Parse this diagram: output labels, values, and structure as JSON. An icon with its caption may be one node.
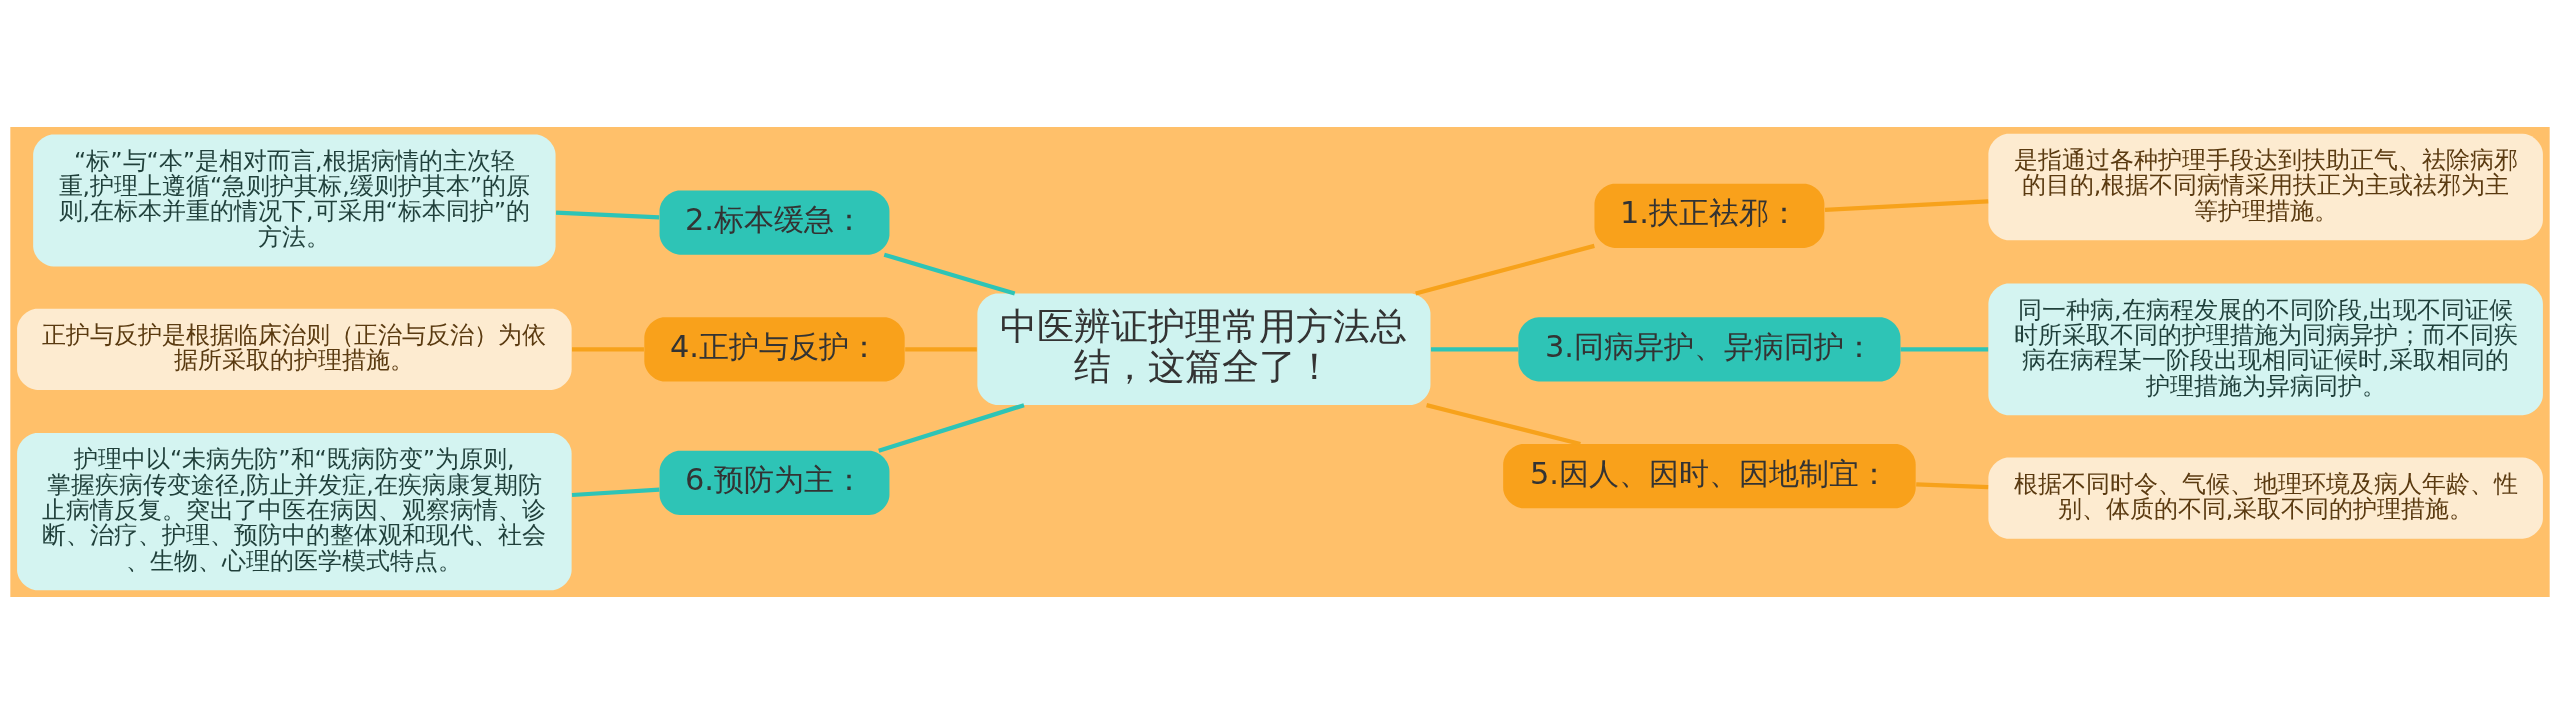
{
  "diagram": {
    "nodes": [
      {
        "text": [
          "中医辨证护理常用方法总结，这篇全了！"
        ]
      },
      {
        "text": [
          "1.扶正祛邪："
        ]
      },
      {
        "text": [
          "是指通过各种护理手段达到扶助正气、祛除病邪的目的,根据不同病情采用扶正为主或祛邪为主等护理措施。"
        ]
      },
      {
        "text": [
          "3.同病异护、异病同护："
        ]
      },
      {
        "text": [
          "同一种病,在病程发展的不同阶段,出现不同证候时所采取不同的护理措施为同病异护；而不同疾病在病程某一阶段出现相同证候时,采取相同的护理措施为异病同护。"
        ]
      },
      {
        "text": [
          "5.因人、因时、因地制宜："
        ]
      },
      {
        "text": [
          "根据不同时令、气候、地理环境及病人年龄、性别、体质的不同,采取不同的护理措施。"
        ]
      },
      {
        "text": [
          "2.标本缓急："
        ]
      },
      {
        "text": [
          "“标”与“本”是相对而言,根据病情的主次轻重,护理上遵循“急则护其标,缓则护其本”的原则,在标本并重的情况下,可采用“标本同护”的方法。"
        ]
      },
      {
        "text": [
          "4.正护与反护："
        ]
      },
      {
        "text": [
          "正护与反护是根据临床治则（正治与反治）为依据所采取的护理措施。"
        ]
      },
      {
        "text": [
          "6.预防为主："
        ]
      },
      {
        "text": [
          "护理中以“未病先防”和“既病防变”为原则,掌握疾病传变途径,防止并发症,在疾病康复期防止病情反复。突出了中医在病因、观察病情、诊断、治疗、护理、预防中的整体观和现代、社会、生物、心理的医学模式特点。"
        ]
      }
    ],
    "edges": [
      {
        "from": 0,
        "to": 1,
        "arrow": "none",
        "color": "#f7a21b"
      },
      {
        "from": 1,
        "to": 2,
        "arrow": "none",
        "color": "#f7a21b"
      },
      {
        "from": 0,
        "to": 3,
        "arrow": "none",
        "color": "#2ec4b6"
      },
      {
        "from": 3,
        "to": 4,
        "arrow": "none",
        "color": "#2ec4b6"
      },
      {
        "from": 0,
        "to": 5,
        "arrow": "none",
        "color": "#f7a21b"
      },
      {
        "from": 5,
        "to": 6,
        "arrow": "none",
        "color": "#f7a21b"
      },
      {
        "from": 0,
        "to": 7,
        "arrow": "none",
        "color": "#2ec4b6"
      },
      {
        "from": 7,
        "to": 8,
        "arrow": "none",
        "color": "#2ec4b6"
      },
      {
        "from": 0,
        "to": 9,
        "arrow": "none",
        "color": "#f7a21b"
      },
      {
        "from": 9,
        "to": 10,
        "arrow": "none",
        "color": "#f7a21b"
      },
      {
        "from": 0,
        "to": 11,
        "arrow": "none",
        "color": "#2ec4b6"
      },
      {
        "from": 11,
        "to": 12,
        "arrow": "none",
        "color": "#2ec4b6"
      }
    ]
  }
}
